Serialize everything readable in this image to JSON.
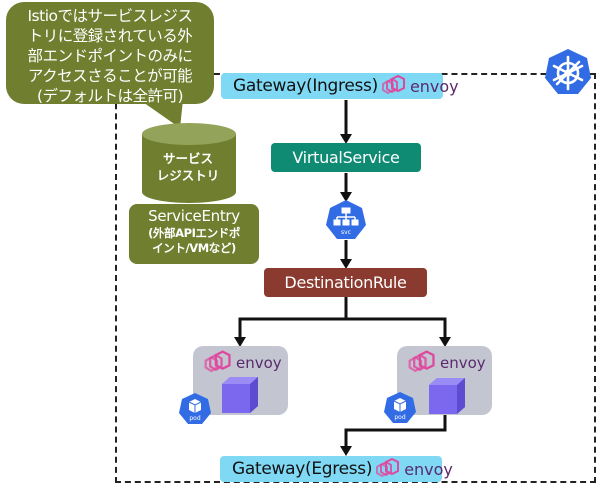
{
  "callout": {
    "lines": [
      "Istioではサービスレジス",
      "トリに登録されている外",
      "部エンドポイントのみに",
      "アクセスさることが可能",
      "(デフォルトは全許可)"
    ]
  },
  "registry": {
    "lines": [
      "サービス",
      "レジストリ"
    ]
  },
  "service_entry": {
    "title": "ServiceEntry",
    "sub_lines": [
      "(外部APIエンドポ",
      "イント/VMなど)"
    ]
  },
  "ingress_gateway": {
    "label": "Gateway(Ingress)",
    "proxy": "envoy"
  },
  "virtual_service": {
    "label": "VirtualService"
  },
  "service": {
    "badge": "svc"
  },
  "destination_rule": {
    "label": "DestinationRule"
  },
  "pods": [
    {
      "proxy": "envoy",
      "badge": "pod"
    },
    {
      "proxy": "envoy",
      "badge": "pod"
    }
  ],
  "egress_gateway": {
    "label": "Gateway(Egress)",
    "proxy": "envoy"
  },
  "colors": {
    "callout": "#6f7f2f",
    "gateway": "#7fd8f4",
    "virtual_service": "#0f8a73",
    "destination_rule": "#8b3a30",
    "k8s_blue": "#326ce5",
    "envoy_pink": "#e0479e",
    "pod_bg": "#c3c6d1",
    "cube": "#7b68ee"
  }
}
